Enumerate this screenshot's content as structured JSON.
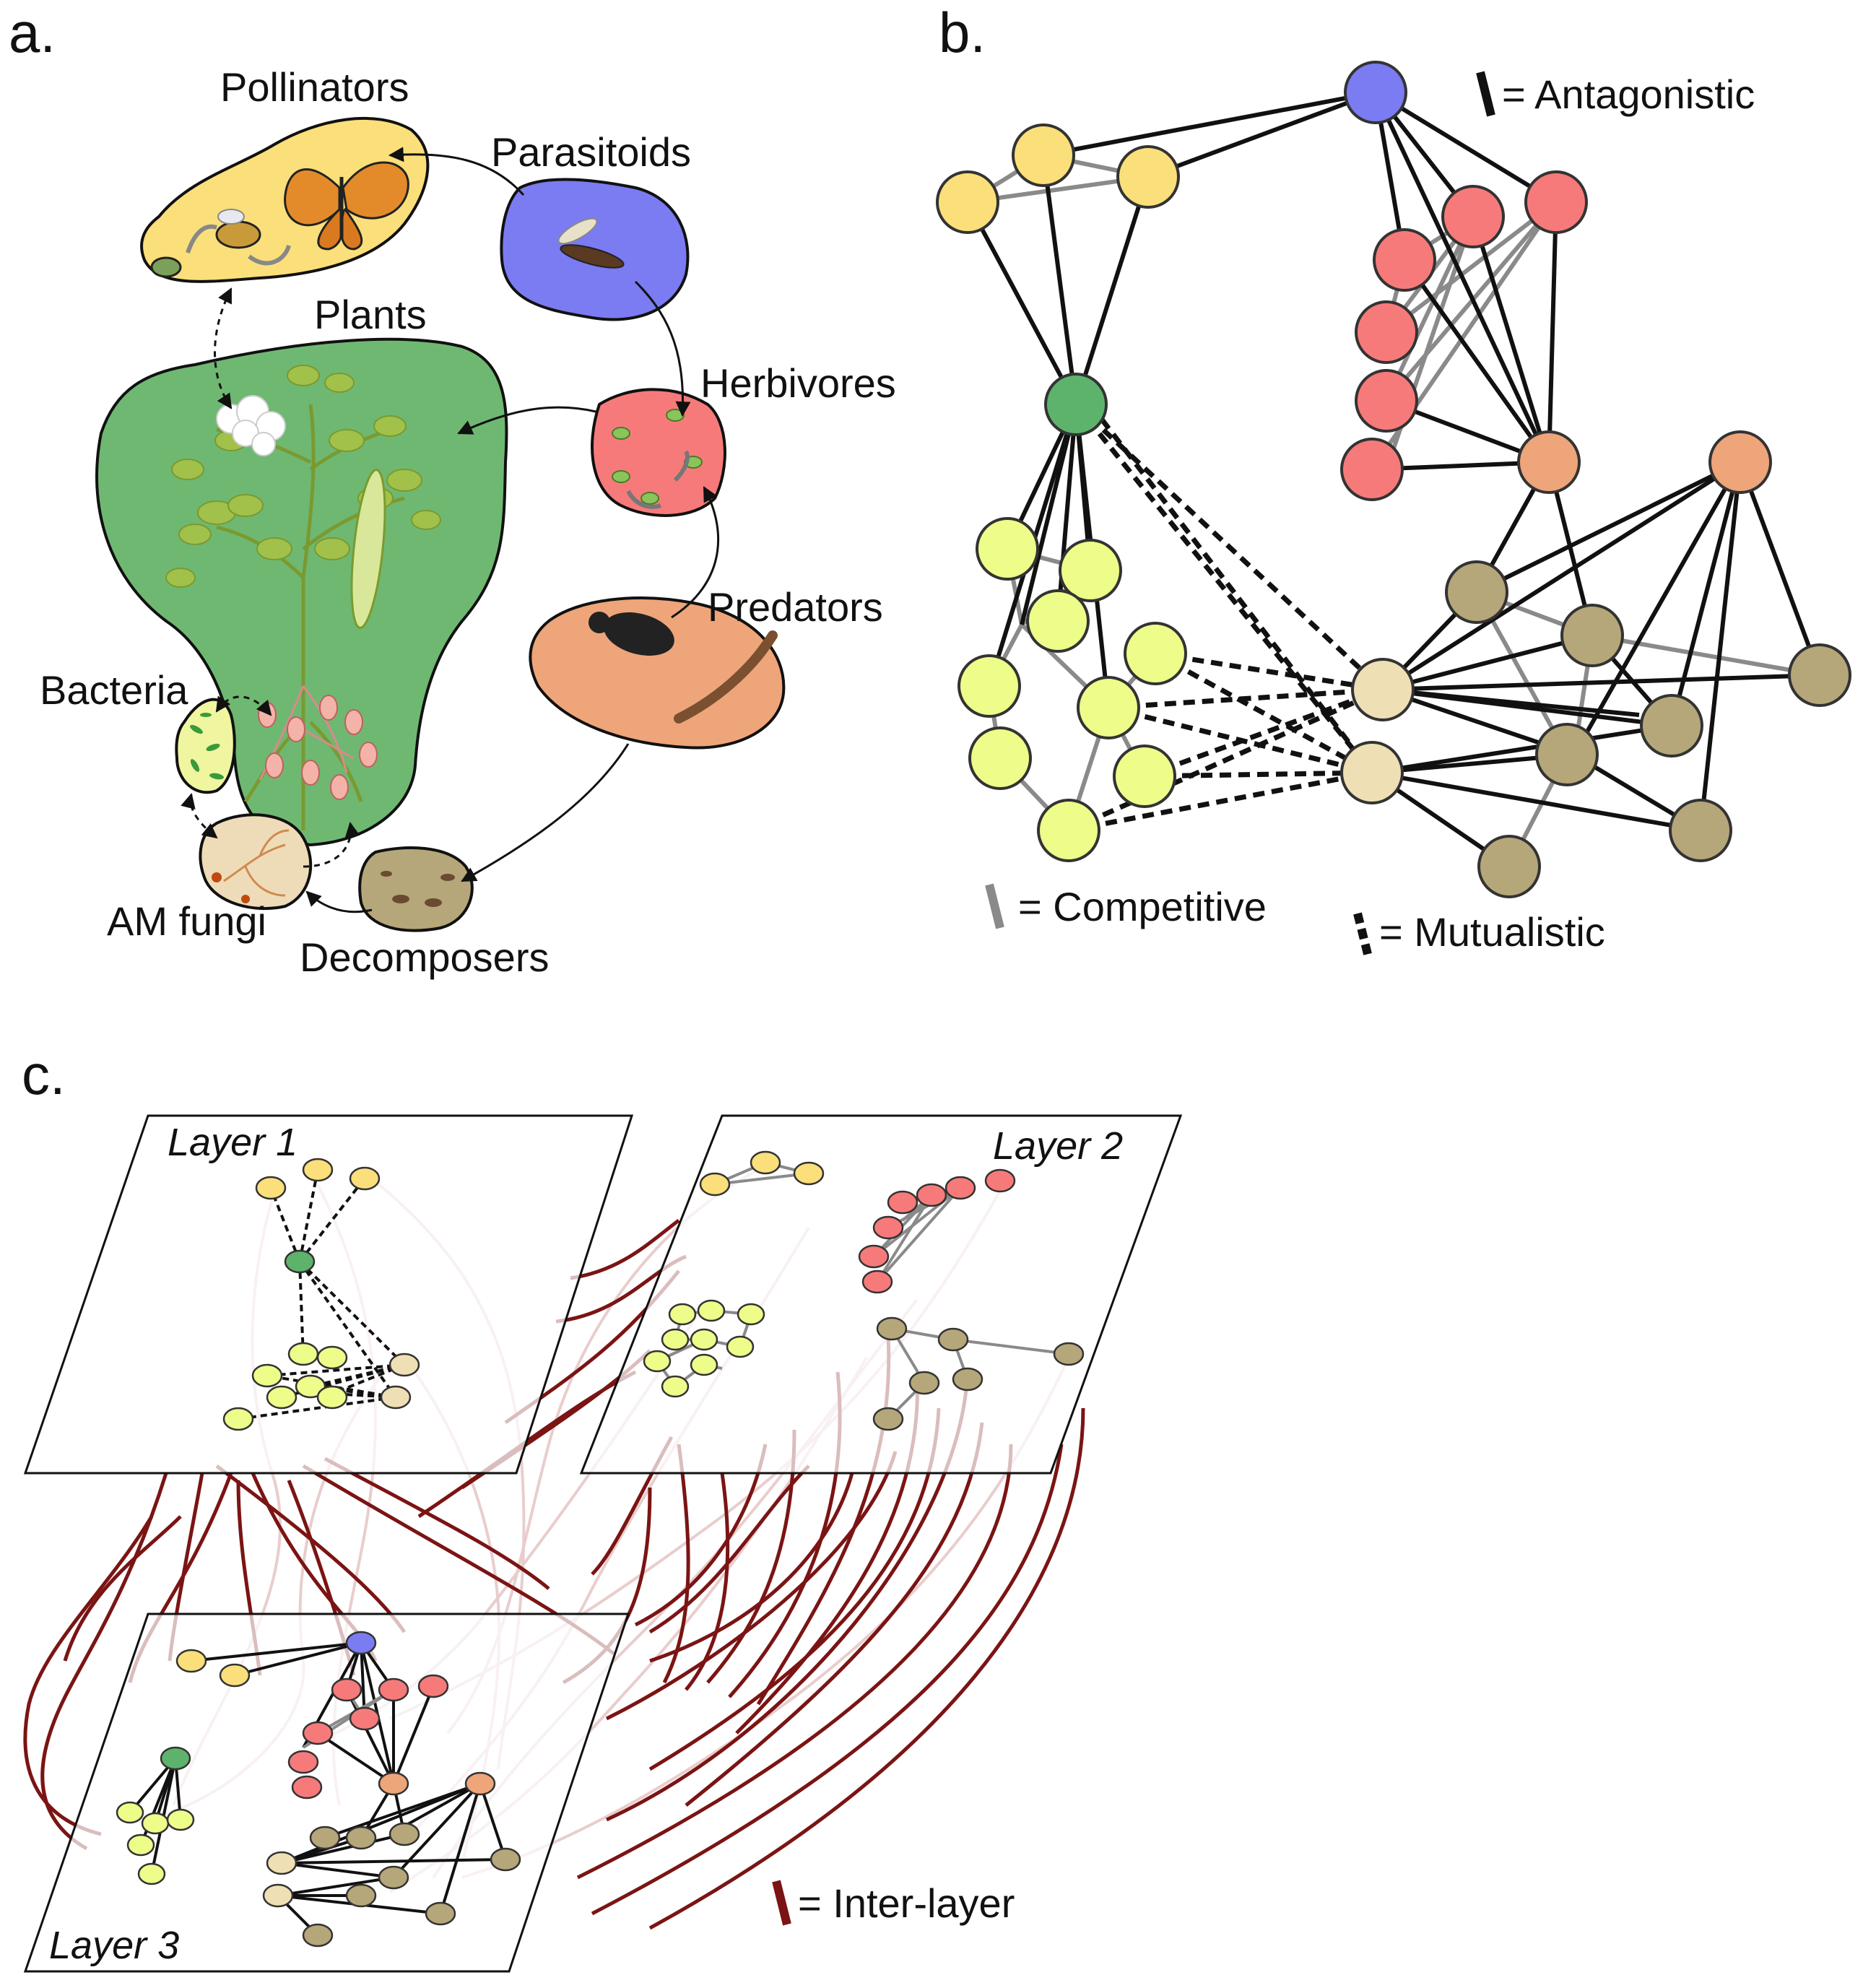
{
  "panels": {
    "a": {
      "letter": "a.",
      "groups": {
        "pollinators": "Pollinators",
        "parasitoids": "Parasitoids",
        "plants": "Plants",
        "herbivores": "Herbivores",
        "predators": "Predators",
        "bacteria": "Bacteria",
        "am_fungi": "AM fungi",
        "decomposers": "Decomposers"
      }
    },
    "b": {
      "letter": "b.",
      "legend": {
        "antagonistic": "= Antagonistic",
        "competitive": "= Competitive",
        "mutualistic": "= Mutualistic"
      }
    },
    "c": {
      "letter": "c.",
      "layers": {
        "layer1": "Layer 1",
        "layer2": "Layer 2",
        "layer3": "Layer 3"
      },
      "legend": {
        "inter_layer": "= Inter-layer"
      }
    }
  },
  "colors": {
    "pollinators": "#fbdf7a",
    "parasitoids": "#7b7bf2",
    "plants": "#6fb872",
    "herbivores": "#f77a7a",
    "predators": "#eea57a",
    "bacteria": "#f0f5a0",
    "am_fungi": "#eedcb8",
    "decomposers": "#b5a77a",
    "plant_node": "#5eb36c",
    "lime_node": "#eefc8a",
    "fungi_node": "#efdfb4",
    "antagonistic": "#111111",
    "competitive": "#8a8a8a",
    "mutualistic": "#111111",
    "inter_layer": "#7b1414"
  }
}
